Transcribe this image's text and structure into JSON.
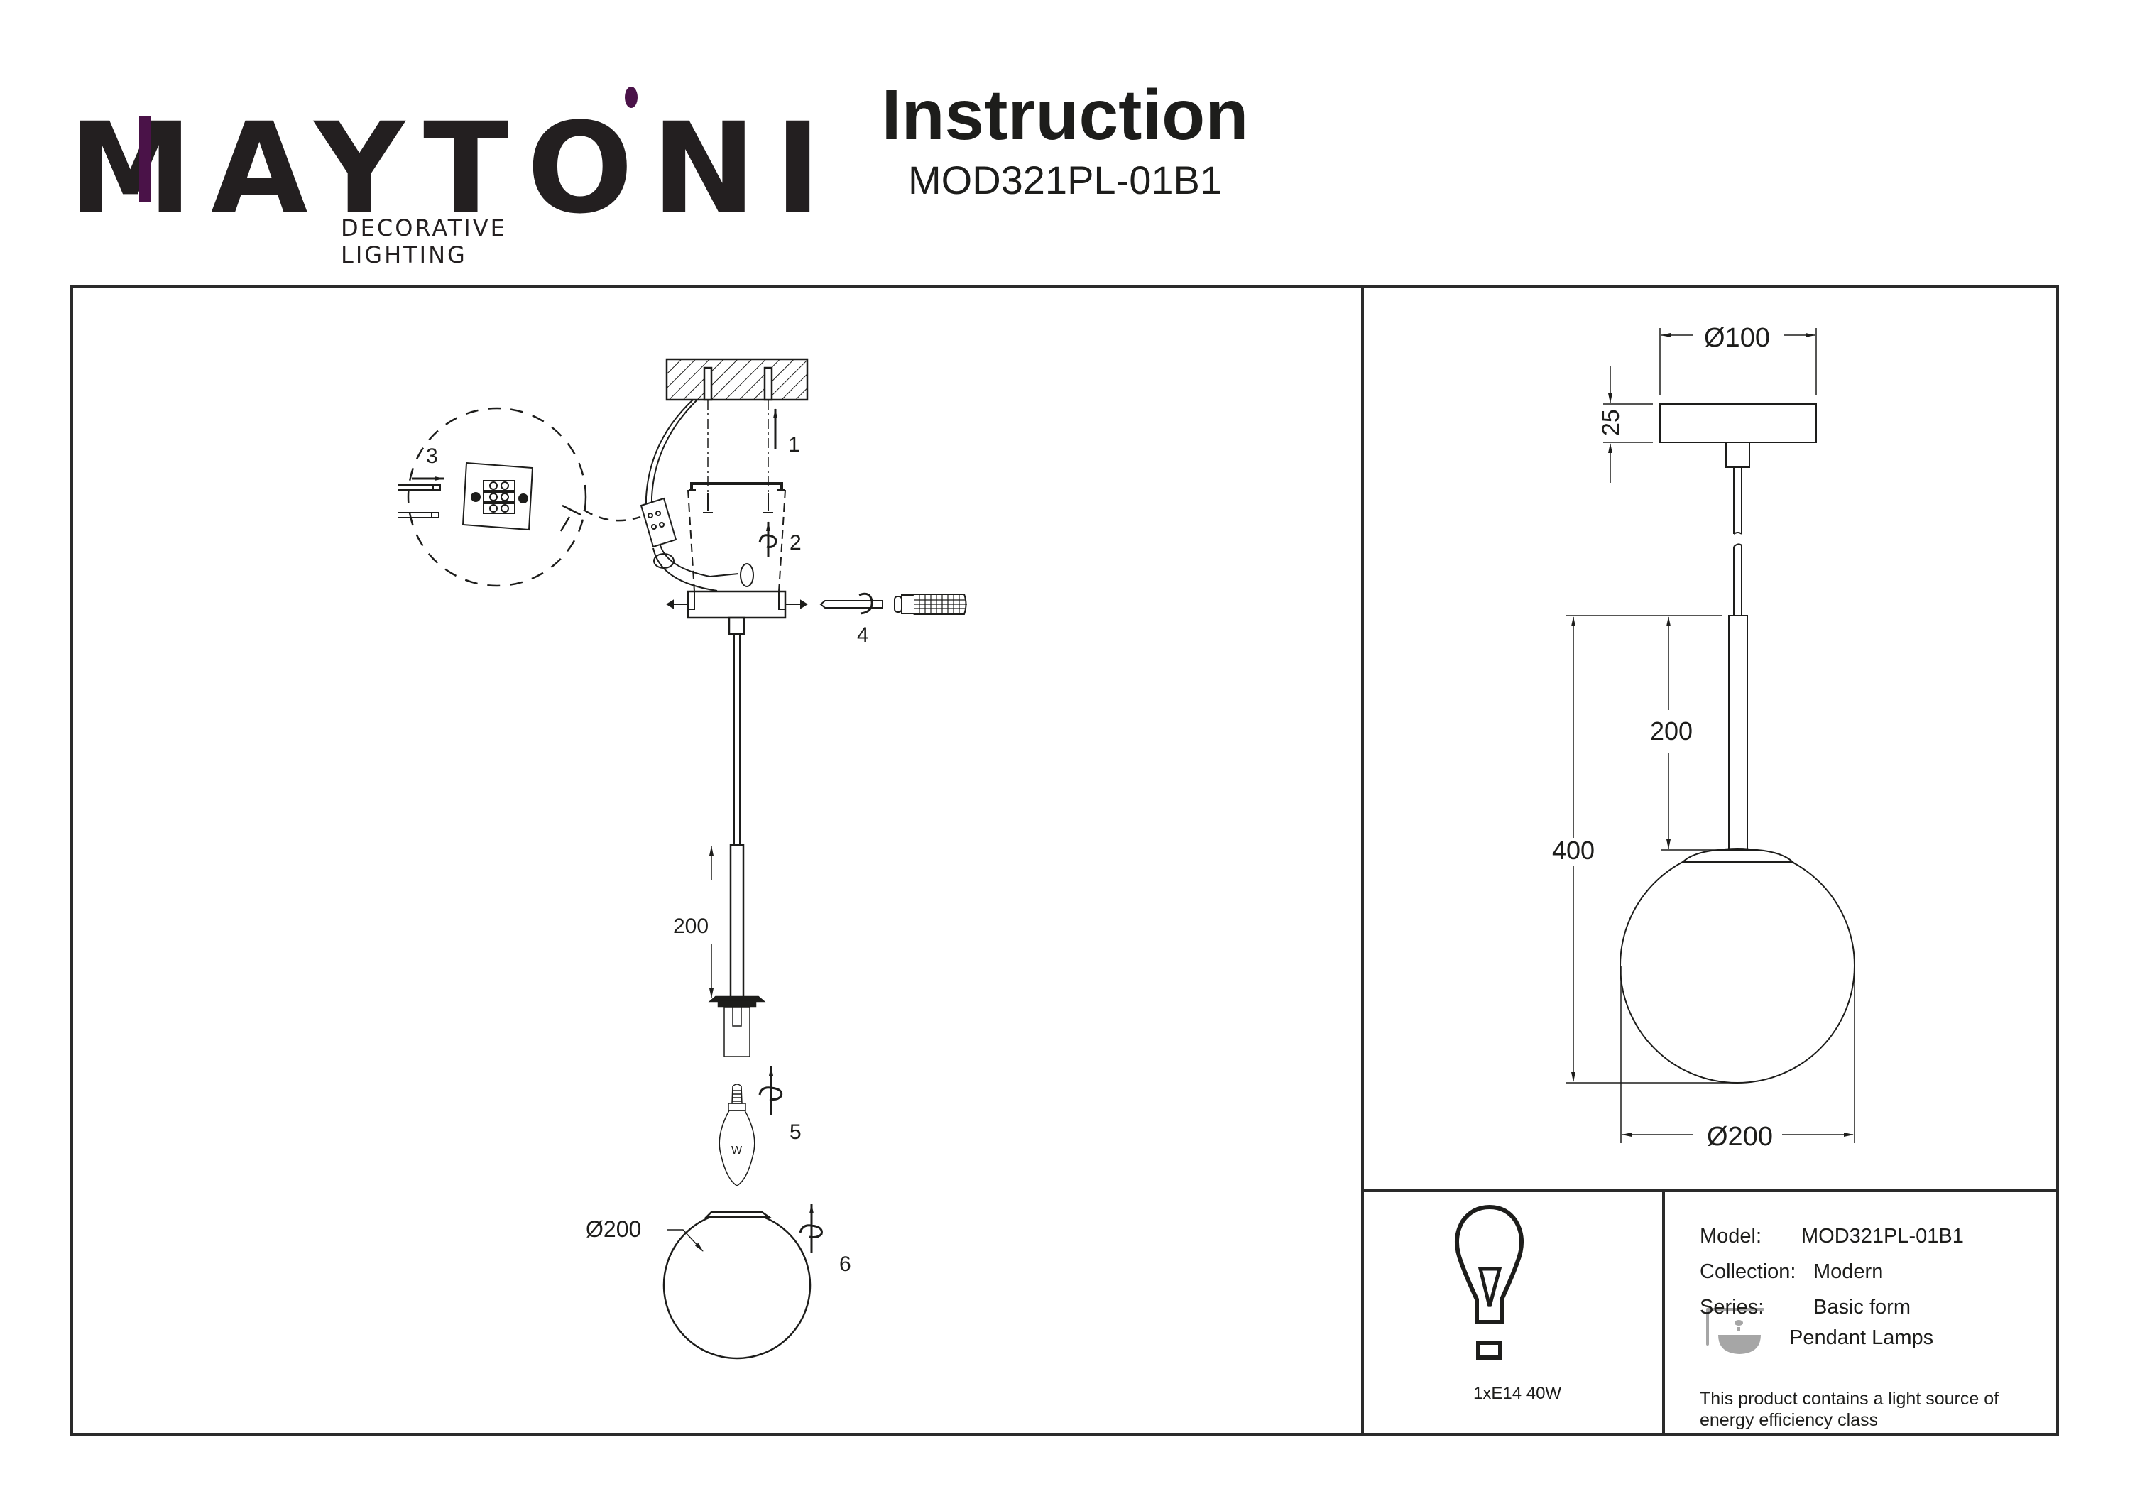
{
  "brand": {
    "name": "MAYTONI",
    "tagline": "DECORATIVE LIGHTING",
    "accent_color": "#4a1248"
  },
  "header": {
    "title": "Instruction",
    "model_code": "MOD321PL-01B1"
  },
  "assembly": {
    "steps": [
      "1",
      "2",
      "3",
      "4",
      "5",
      "6"
    ],
    "rod_length_label": "200",
    "shade_diameter_label": "Ø200",
    "bulb_marking": "W"
  },
  "dimensions": {
    "canopy_diameter": "Ø100",
    "canopy_height": "25",
    "rod_length": "200",
    "total_height": "400",
    "shade_diameter": "Ø200"
  },
  "lamp_spec": {
    "icon": "lightbulb-icon",
    "text": "1xE14 40W"
  },
  "product_info": {
    "model_label": "Model:",
    "model_value": "MOD321PL-01B1",
    "collection_label": "Collection:",
    "collection_value": "Modern",
    "series_label": "Series:",
    "series_value": "Basic form",
    "category_icon": "pendant-lamp-icon",
    "category_value": "Pendant Lamps",
    "energy_note": "This product contains a light source of energy efficiency class",
    "icon_color": "#a6a6a6"
  }
}
